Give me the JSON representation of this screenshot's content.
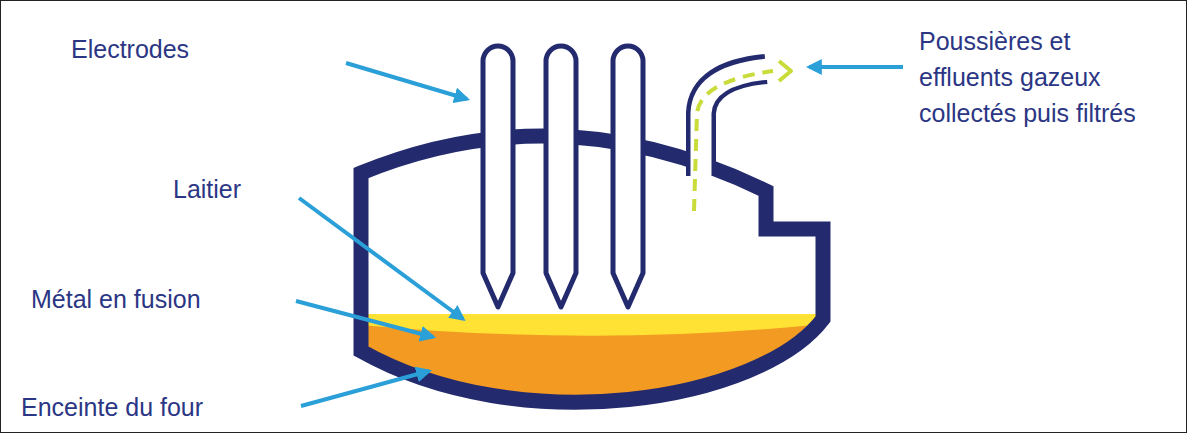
{
  "diagram": {
    "labels": [
      "Electrodes",
      "Laitier",
      "Métal en fusion",
      "Enceinte du four",
      "Poussières et effluents gazeux collectés puis filtrés"
    ]
  }
}
